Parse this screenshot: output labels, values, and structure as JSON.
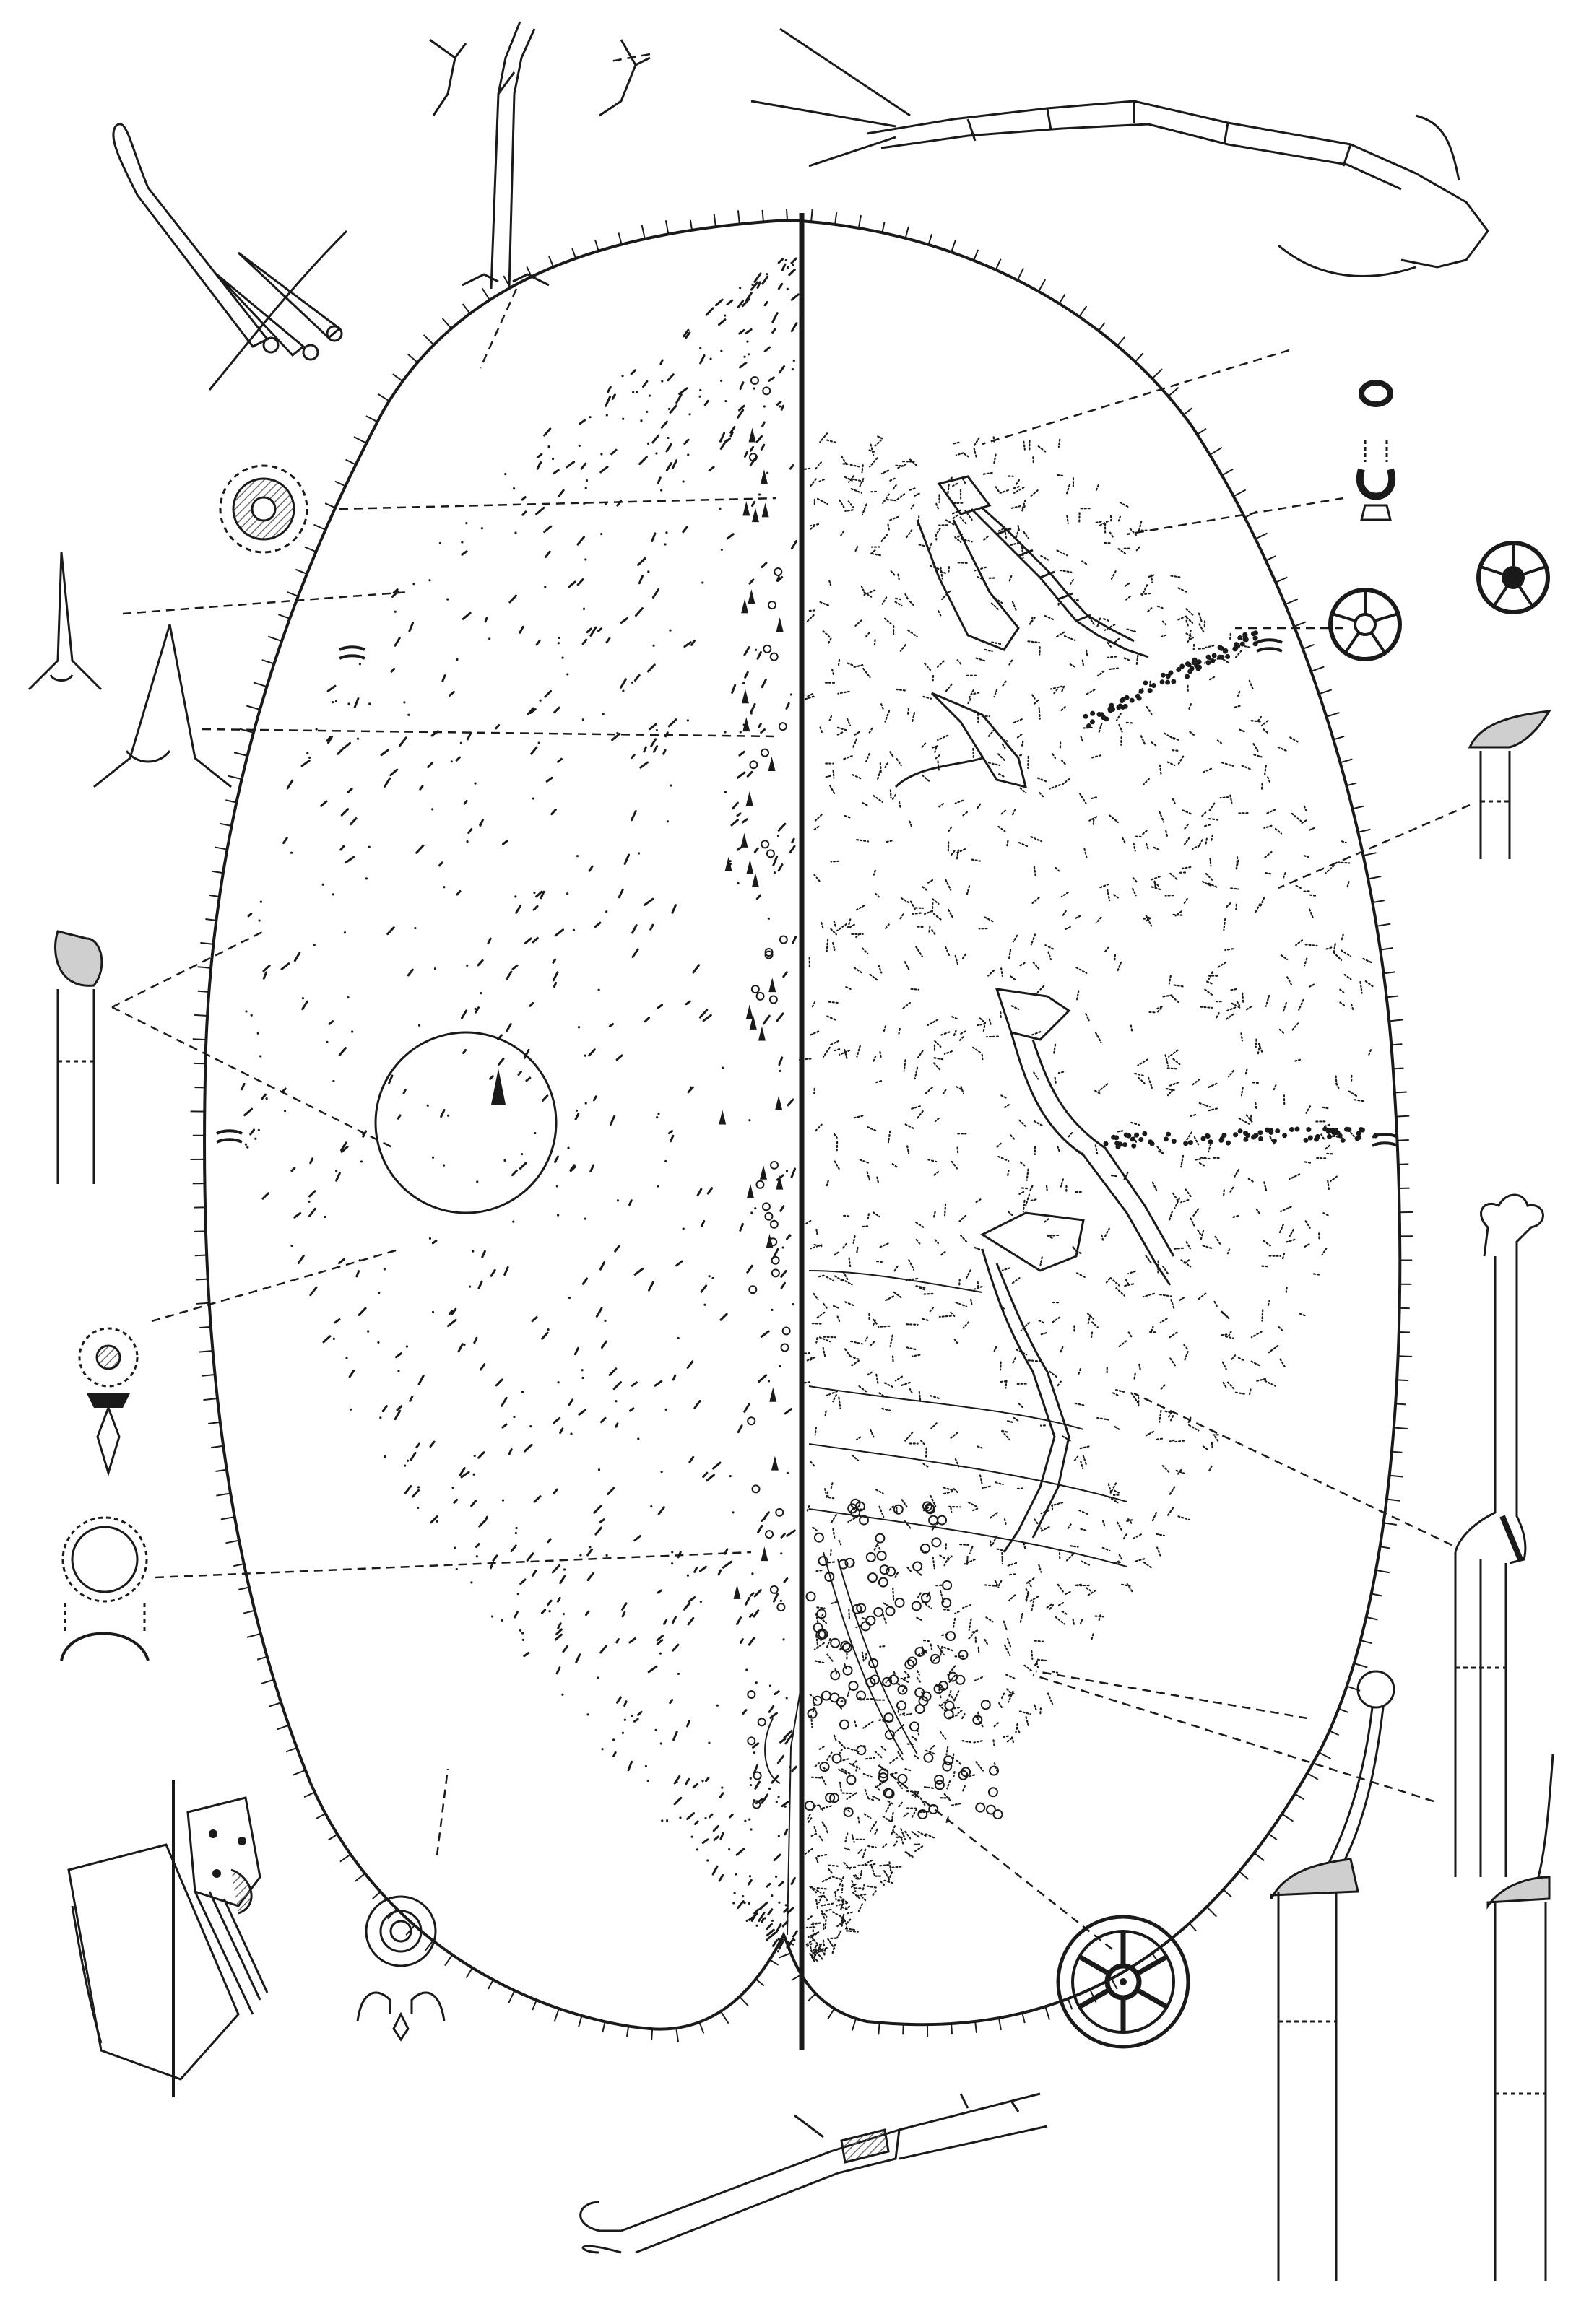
{
  "figure": {
    "background": "#ffffff",
    "ink_color": "#1a1a1a",
    "hatch_color": "#6b6b6b",
    "text_labels": []
  },
  "body_halves": [
    {
      "id": "dorsum",
      "side": "left"
    },
    {
      "id": "venter",
      "side": "right"
    }
  ],
  "detail_drawings": [
    {
      "id": "dorsal-setae-enlarged",
      "icon": "curved-seta-icon"
    },
    {
      "id": "marginal-seta-detail",
      "icon": "fringed-seta-icon"
    },
    {
      "id": "antenna-detail",
      "icon": "antenna-icon"
    },
    {
      "id": "dorsal-pore-detail",
      "icon": "ring-pore-icon"
    },
    {
      "id": "conical-seta-small",
      "icon": "cone-seta-icon"
    },
    {
      "id": "conical-seta-large",
      "icon": "cone-seta-icon"
    },
    {
      "id": "tubular-duct-detail",
      "icon": "duct-icon"
    },
    {
      "id": "dorsal-pore-cluster-circle",
      "icon": "pore-cluster-icon"
    },
    {
      "id": "spine-detail",
      "icon": "spine-icon"
    },
    {
      "id": "multilocular-pore-detail",
      "icon": "disc-pore-icon"
    },
    {
      "id": "anal-plate-detail",
      "icon": "anal-plate-icon"
    },
    {
      "id": "preopercular-pore-detail",
      "icon": "pore-icon"
    },
    {
      "id": "ventral-microduct-detail",
      "icon": "microduct-icon"
    },
    {
      "id": "spiracular-pore-detail",
      "icon": "five-locular-pore-icon"
    },
    {
      "id": "spiracular-pore-detail-2",
      "icon": "five-locular-pore-icon"
    },
    {
      "id": "ventral-tubular-duct-detail",
      "icon": "duct-icon"
    },
    {
      "id": "long-duct-flower-detail",
      "icon": "flower-duct-icon"
    },
    {
      "id": "short-duct-flower-detail",
      "icon": "flower-duct-icon"
    },
    {
      "id": "thin-duct-detail",
      "icon": "duct-icon"
    },
    {
      "id": "vulvar-pore-detail",
      "icon": "ten-locular-pore-icon"
    },
    {
      "id": "leg-claw-detail",
      "icon": "tarsus-claw-icon"
    }
  ]
}
